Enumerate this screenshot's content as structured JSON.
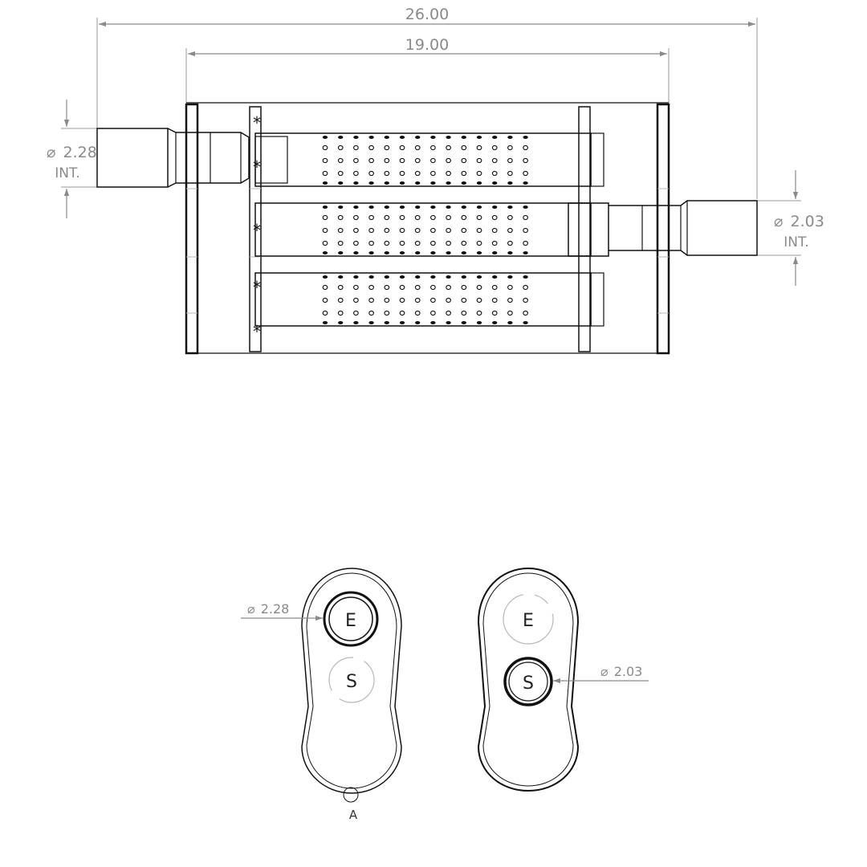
{
  "top_view": {
    "overall_length": "26.00",
    "inner_length": "19.00",
    "inlet": {
      "diameter": "2.28",
      "suffix": "INT."
    },
    "outlet": {
      "diameter": "2.03",
      "suffix": "INT."
    },
    "weld_marks": [
      "*",
      "*",
      "*",
      "*",
      "*"
    ]
  },
  "inlet_end_view": {
    "diameter": "2.28",
    "inlet_label": "E",
    "outlet_label": "S",
    "detail_label": "A"
  },
  "outlet_end_view": {
    "diameter": "2.03",
    "inlet_label": "E",
    "outlet_label": "S"
  },
  "diameter_symbol": "⌀",
  "colors": {
    "line": "#111111",
    "dimension": "#8a8a8a",
    "hidden": "#b8b8b8"
  }
}
